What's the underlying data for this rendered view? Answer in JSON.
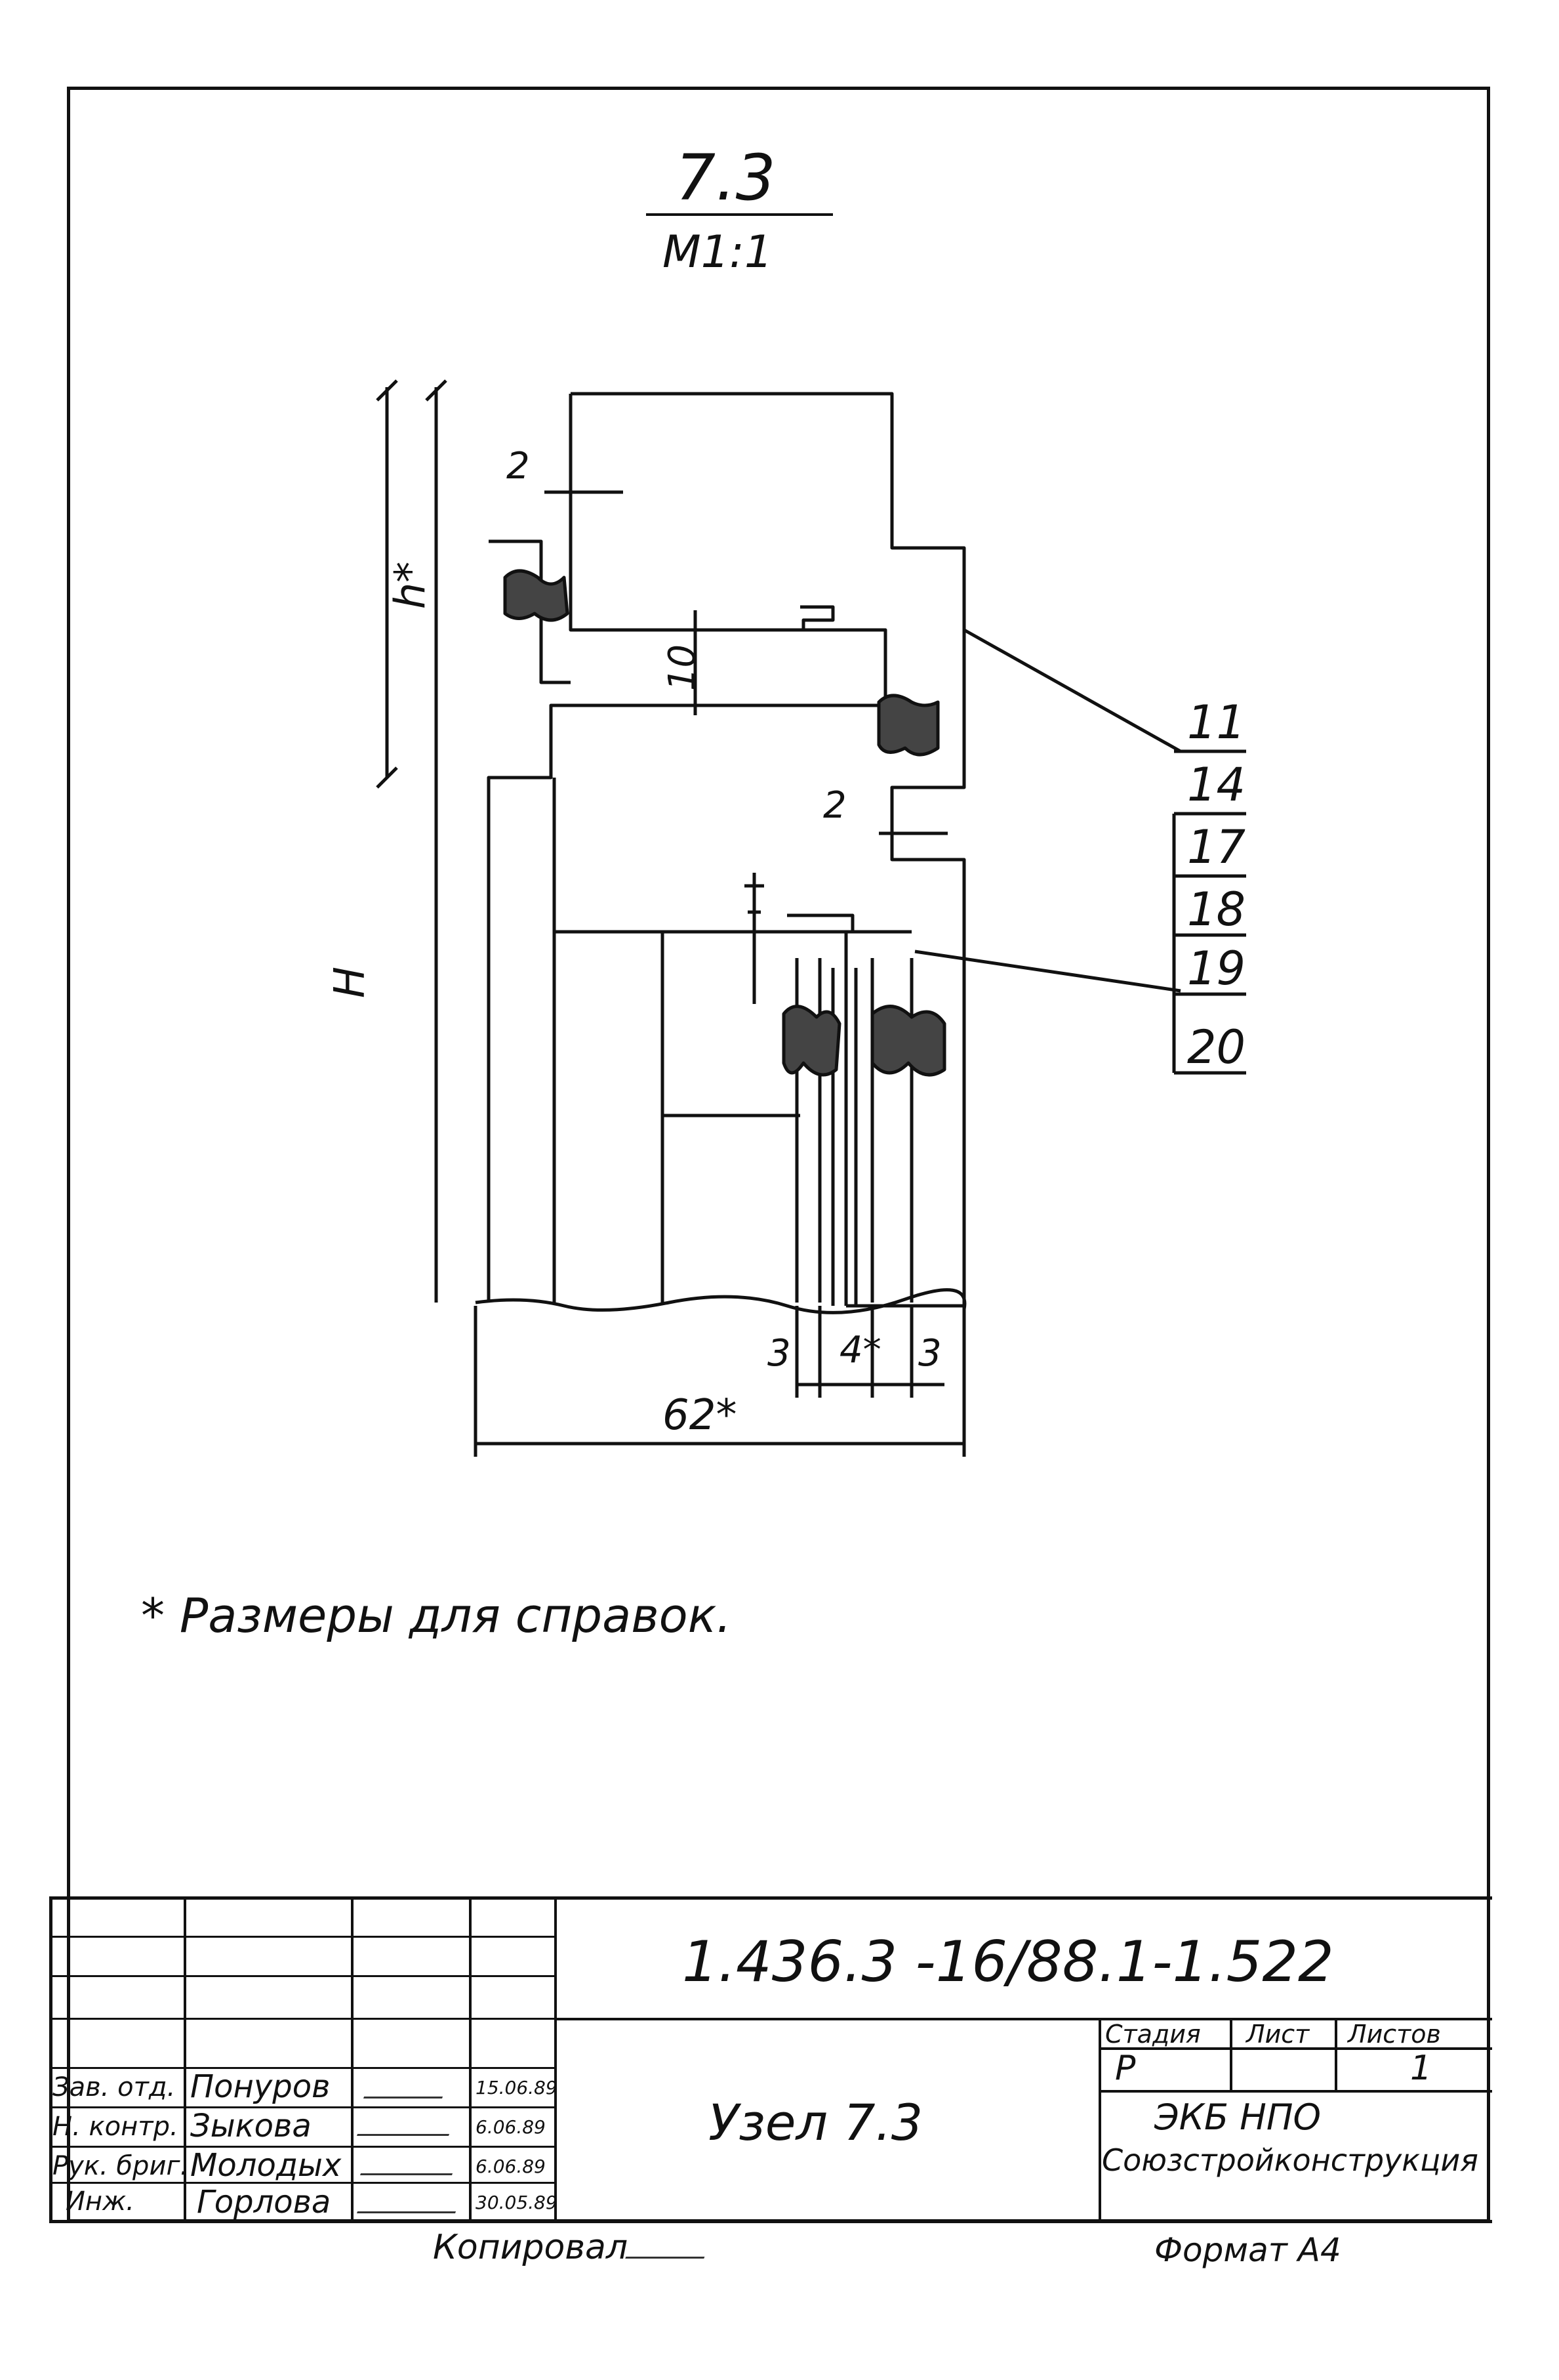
{
  "drawing": {
    "title": "7.3",
    "scale": "M1:1",
    "dim_h": "h*",
    "dim_H": "H",
    "dim_2_top": "2",
    "dim_10": "10",
    "dim_2_mid": "2",
    "dim_3_left": "3",
    "dim_4": "4*",
    "dim_3_right": "3",
    "dim_62": "62*",
    "callouts": [
      "11",
      "14",
      "17",
      "18",
      "19",
      "20"
    ],
    "note": "* Размеры  для  справок."
  },
  "title_block": {
    "doc_number": "1.436.3 -16/88.1-1.522",
    "node_name": "Узел  7.3",
    "stage_header": "Стадия",
    "sheet_header": "Лист",
    "sheets_header": "Листов",
    "stage": "Р",
    "sheets": "1",
    "org_line1": "ЭКБ   НПО",
    "org_line2": "Союзстройконструкция",
    "people": [
      {
        "role": "Зав. отд.",
        "name": "Понуров",
        "date": "15.06.89"
      },
      {
        "role": "Н. контр.",
        "name": "Зыкова",
        "date": "6.06.89"
      },
      {
        "role": "Рук. бриг.",
        "name": "Молодых",
        "date": "6.06.89"
      },
      {
        "role": "Инж.",
        "name": "Горлова",
        "date": "30.05.89"
      }
    ]
  },
  "footer": {
    "copied": "Копировал",
    "format": "Формат А4"
  }
}
